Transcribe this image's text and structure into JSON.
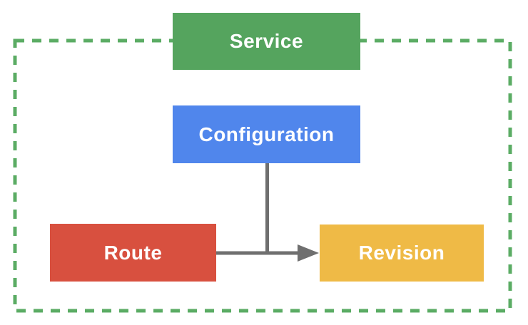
{
  "nodes": [
    {
      "id": "service",
      "label": "Service",
      "color": "#55A45E"
    },
    {
      "id": "configuration",
      "label": "Configuration",
      "color": "#5086EC"
    },
    {
      "id": "route",
      "label": "Route",
      "color": "#D8503F"
    },
    {
      "id": "revision",
      "label": "Revision",
      "color": "#EFBA46"
    }
  ],
  "edges": [
    {
      "from": "route",
      "to": "revision",
      "style": "solid-arrow"
    },
    {
      "from": "configuration",
      "to": "revision",
      "style": "solid-line-joining-route-arrow"
    }
  ],
  "boundary": {
    "style": "dashed-rectangle",
    "encloses": [
      "configuration",
      "route",
      "revision"
    ],
    "straddled_by": "service"
  },
  "colors": {
    "border_green": "#5BAC64",
    "connector_gray": "#6F6F6F",
    "label_text": "#FFFFFF",
    "background": "#FFFFFF"
  }
}
